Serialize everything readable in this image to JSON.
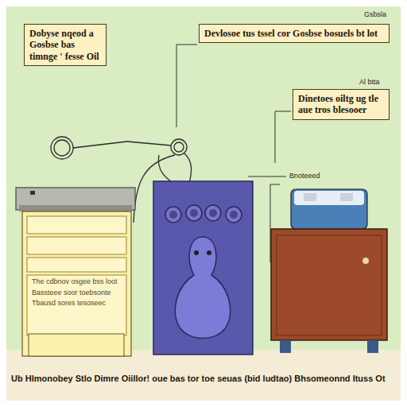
{
  "diagram": {
    "caption": "Ub Hlmonobey Stlo Dimre Oiillor! oue bas tor toe seuas (bid ludtao) Bhsomeonnd Ituss Ot",
    "nodes": [
      {
        "text": [
          "Dobyse nqeod a Gosbse bas timnge ' fesse Oil"
        ]
      },
      {
        "text": [
          "Devlosoe tus tssel cor Gosbse bosuels bt lot"
        ]
      },
      {
        "text": [
          "Dinetoes oiltg ug tle aue tros blesooer"
        ]
      },
      {
        "text": [
          "The cdbnov osgee bss loot Bassteee soor toebsonte Tbausd sores tesoseec"
        ]
      }
    ],
    "labels": [
      "Gsbsla",
      "Al btta",
      "Bnoteeed"
    ]
  }
}
